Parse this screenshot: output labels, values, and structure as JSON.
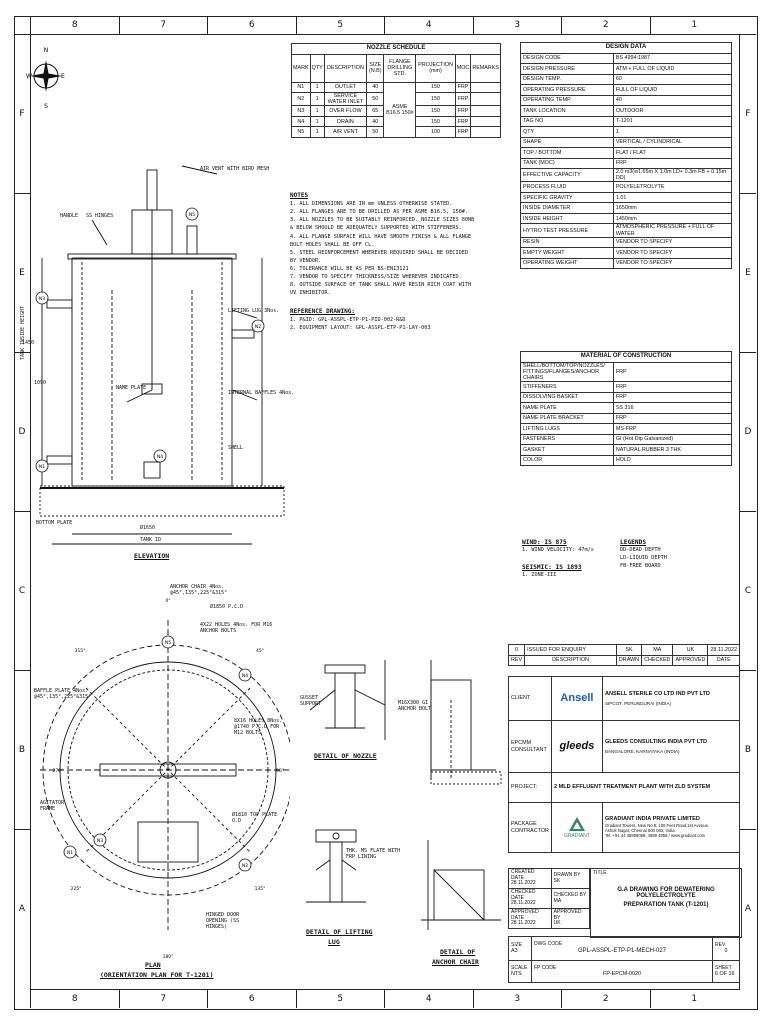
{
  "zones": {
    "cols": [
      "8",
      "7",
      "6",
      "5",
      "4",
      "3",
      "2",
      "1"
    ],
    "rows": [
      "F",
      "E",
      "D",
      "C",
      "B",
      "A"
    ]
  },
  "nozzle_schedule": {
    "title": "NOZZLE SCHEDULE",
    "headers": [
      "MARK",
      "QTY",
      "DESCRIPTION",
      "SIZE (N.B)",
      "FLANGE DRILLING STD.",
      "PROJECTION (mm)",
      "MOC",
      "REMARKS"
    ],
    "flange_std": "ASME B16.5 150#",
    "rows": [
      [
        "N1",
        "1",
        "OUTLET",
        "40",
        "150",
        "FRP",
        ""
      ],
      [
        "N2",
        "1",
        "SERVICE WATER INLET",
        "50",
        "150",
        "FRP",
        ""
      ],
      [
        "N3",
        "1",
        "OVER FLOW",
        "65",
        "150",
        "FRP",
        ""
      ],
      [
        "N4",
        "1",
        "DRAIN",
        "40",
        "150",
        "FRP",
        ""
      ],
      [
        "N5",
        "1",
        "AIR VENT",
        "50",
        "100",
        "FRP",
        ""
      ]
    ]
  },
  "design_data": {
    "title": "DESIGN DATA",
    "rows": [
      [
        "DESIGN CODE",
        "BS 4994:1987"
      ],
      [
        "DESIGN PRESSURE",
        "ATM + FULL OF LIQUID"
      ],
      [
        "DESIGN TEMP.",
        "60"
      ],
      [
        "OPERATING PRESSURE",
        "FULL OF LIQUID"
      ],
      [
        "OPERATING TEMP.",
        "40"
      ],
      [
        "TANK LOCATION",
        "OUTDOOR"
      ],
      [
        "TAG NO",
        "T-1201"
      ],
      [
        "QTY",
        "1"
      ],
      [
        "SHAPE",
        "VERTICAL / CYLINDRICAL"
      ],
      [
        "TOP / BOTTOM",
        "FLAT / FLAT"
      ],
      [
        "TANK (MOC)",
        "FRP"
      ],
      [
        "EFFECTIVE CAPACITY",
        "2.0 m3(w1.65m X 1.0m LD+ 0.3m FB + 0.15m DD)"
      ],
      [
        "PROCESS FLUID",
        "POLYELETROLYTE"
      ],
      [
        "SPECIFIC GRAVITY",
        "1.01"
      ],
      [
        "INSIDE DIAMETER",
        "1650mm"
      ],
      [
        "INSIDE HEIGHT",
        "1450mm"
      ],
      [
        "HYTRO TEST PRESSURE",
        "ATMOSPHERIC PRESSURE + FULL OF WATER"
      ],
      [
        "RESIN",
        "VENDOR TO SPECIFY"
      ],
      [
        "EMPTY WEIGHT",
        "VENDOR TO SPECIFY"
      ],
      [
        "OPERATING WEIGHT",
        "VENDOR TO SPECIFY"
      ]
    ]
  },
  "moc": {
    "title": "MATERIAL OF CONSTRUCTION",
    "rows": [
      [
        "SHELL/BOTTOM/TOP/NOZZLES/ FITTINGS/FLANGES/ANCHOR CHAIRS",
        "FRP"
      ],
      [
        "STIFFENERS",
        "FRP"
      ],
      [
        "DISSOLVING BASKET",
        "FRP"
      ],
      [
        "NAME PLATE",
        "SS 316"
      ],
      [
        "NAME PLATE BRACKET",
        "FRP"
      ],
      [
        "LIFTING LUGS",
        "MS-FRP"
      ],
      [
        "FASTENERS",
        "GI (Hot Dip Galvanized)"
      ],
      [
        "GASKET",
        "NATURAL RUBBER 3 THK"
      ],
      [
        "COLOR",
        "HOLD"
      ]
    ]
  },
  "notes": {
    "title": "NOTES",
    "items": [
      "1. ALL DIMENSIONS ARE IN mm UNLESS OTHERWISE STATED.",
      "2. ALL FLANGES ARE TO BE DRILLED AS PER ASME B16.5, 150#.",
      "3. ALL NOZZLES TO BE SUITABLY REINFORCED. NOZZLE SIZES 80NB",
      "& BELOW SHOULD BE ADEQUATELY SUPPORTED WITH STIFFENERS.",
      "4. ALL FLANGE SURFACE WILL HAVE SMOOTH FINISH & ALL FLANGE",
      "BOLT HOLES SHALL BE OFF CL.",
      "5. STEEL REINFORCEMENT WHEREVER REQUIRED SHALL BE DECIDED",
      "BY VENDOR.",
      "6. TOLERANCE WILL BE AS PER BS-EN13121",
      "7. VENDOR TO SPECIFY THICKNESS/SIZE WHEREVER INDICATED.",
      "8. OUTSIDE SURFACE OF TANK SHALL HAVE RESIN RICH COAT WITH",
      "UV INHIBITOR."
    ],
    "ref_title": "REFERENCE DRAWING:",
    "refs": [
      "1. P&ID: GPL-ASSPL-ETP-P1-PID-002-R&D",
      "2. EQUIPMENT LAYOUT: GPL-ASSPL-ETP-P1-LAY-003"
    ]
  },
  "wind": {
    "title": "WIND: IS 875",
    "line": "1. WIND VELOCITY: 47m/s"
  },
  "seismic": {
    "title": "SEISMIC: IS 1893",
    "line": "1. ZONE-III"
  },
  "legends": {
    "title": "LEGENDS",
    "lines": [
      "DD-DEAD DEPTH",
      "LD-LIQUID DEPTH",
      "FB-FREE BOARD"
    ]
  },
  "drawing_labels": {
    "elevation": "ELEVATION",
    "plan_1": "PLAN",
    "plan_2": "(ORIENTATION PLAN FOR T-1201)",
    "detail_nozzle": "DETAIL OF NOZZLE",
    "detail_lifting_1": "DETAIL OF LIFTING",
    "detail_lifting_2": "LUG",
    "detail_anchor_1": "DETAIL OF",
    "detail_anchor_2": "ANCHOR CHAIR",
    "tank_id": "TANK ID",
    "dia_1650": "Ø1650",
    "air_vent": "AIR VENT WITH BIRD MESH",
    "handle": "HANDLE",
    "hinges": "SS HINGES",
    "lifting_lug": "LIFTING LUG 3Nos.",
    "name_plate": "NAME PLATE",
    "internal_baffles": "INTERNAL BAFFLES 4Nos.",
    "shell": "SHELL",
    "bottom_plate": "BOTTOM PLATE",
    "height_label": "TANK INSIDE HEIGHT",
    "h_1450": "1450",
    "h_1090": "1090",
    "anchor_chair": "ANCHOR CHAIR 4Nos. @45°,135°,225°&315°",
    "pcd_1850": "Ø1850 P.C.D",
    "holes_4": "4X22 HOLES 4Nos. FOR M16 ANCHOR BOLTS",
    "baffle_plate": "BAFFLE PLATE 4Nos. @45°,135°,225°&315°",
    "holes_8": "8X16 HOLES 8Nos. @1740 P.C.D FOR M12 BOLTS",
    "top_plate": "Ø1810 TOP PLATE O.D",
    "agitator": "AGITATOR FRAME",
    "hinged_door": "HINGED DOOR OPENING (SS HINGES)",
    "gusset": "GUSSET SUPPORT",
    "anchor_bolt": "M16X300 GI ANCHOR BOLT",
    "lifting_flat": "THK. MS FLATE WITH FRP LINING"
  },
  "revision": {
    "row": [
      "0",
      "ISSUED FOR ENQUIRY",
      "SK",
      "MA",
      "UK",
      "28.11.2022"
    ],
    "headers": [
      "REV",
      "DESCRIPTION",
      "DRAWN",
      "CHECKED",
      "APPROVED",
      "DATE"
    ]
  },
  "client": {
    "label": "CLIENT",
    "logo": "Ansell",
    "name": "ANSELL STERILE CO LTD IND PVT LTD",
    "addr": "SIPCOT, PERUNDURAI (INDIA)"
  },
  "epcmm": {
    "label": "EPCMM CONSULTANT",
    "logo": "gleeds",
    "name": "GLEEDS CONSULTING INDIA PVT LTD",
    "addr": "BANGALORE, KARNATAKA (INDIA)"
  },
  "project": {
    "label": "PROJECT:",
    "name": "2 MLD EFFLUENT TREATMENT PLANT WITH ZLD SYSTEM"
  },
  "package": {
    "label": "PACKAGE CONTRACTOR",
    "logo": "GRADIANT",
    "name": "GRADIANT INDIA PRIVATE LIMITED",
    "addr1": "Gradiant Towers, New No.8, 100 Feet Road,1st Avenue,",
    "addr2": "Ashok Nagar, Chennai 600 083, India.",
    "addr3": "Tel: +91 44 48889099, 4889 4858 / www.gradiant.com"
  },
  "signoff": {
    "created_label": "CREATED DATE",
    "created_date": "28.11.2022",
    "drawn_label": "DRAWN BY",
    "drawn_by": "SK",
    "checked_label": "CHECKED DATE",
    "checked_date": "28.11.2022",
    "checked_by_label": "CHECKED BY",
    "checked_by": "MA",
    "approved_label": "APPROVED DATE",
    "approved_date": "28.11.2022",
    "approved_by_label": "APPROVED BY",
    "approved_by": "UK"
  },
  "title_block": {
    "label": "TITLE",
    "title1": "G.A DRAWING FOR DEWATERING POLYELECTROLYTE",
    "title2": "PREPARATION TANK (T-1201)",
    "size_label": "SIZE",
    "size": "A3",
    "dwg_label": "DWG CODE",
    "dwg": "GPL-ASSPL-ETP-P1-MECH-027",
    "rev_label": "REV.",
    "rev": "0",
    "scale_label": "SCALE",
    "scale": "NTS",
    "fp_label": "FP CODE",
    "fp": "FP-EPCM-0020",
    "sheet_label": "SHEET",
    "sheet": "6 OF 16"
  }
}
